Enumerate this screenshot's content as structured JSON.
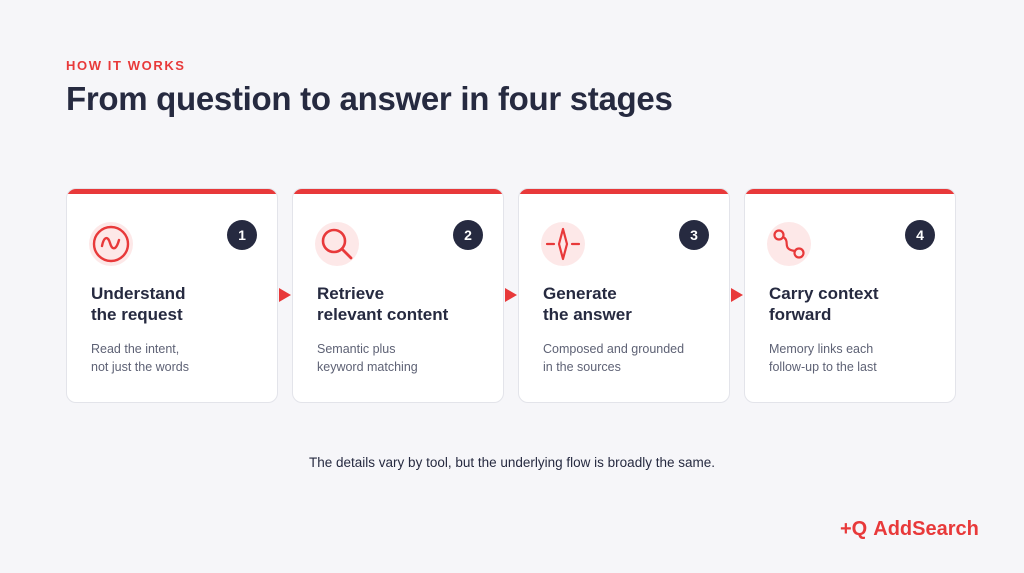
{
  "header": {
    "eyebrow": "HOW IT WORKS",
    "title": "From question to answer in four stages"
  },
  "stages": [
    {
      "number": "1",
      "title": "Understand\nthe request",
      "desc": "Read the intent,\nnot just the words",
      "icon": "wave-icon"
    },
    {
      "number": "2",
      "title": "Retrieve\nrelevant content",
      "desc": "Semantic plus\nkeyword matching",
      "icon": "search-icon"
    },
    {
      "number": "3",
      "title": "Generate\nthe answer",
      "desc": "Composed and grounded\nin the sources",
      "icon": "sparkle-icon"
    },
    {
      "number": "4",
      "title": "Carry context\nforward",
      "desc": "Memory links each\nfollow-up to the last",
      "icon": "route-icon"
    }
  ],
  "footnote": "The details vary by tool, but the underlying flow is broadly the same.",
  "brand": {
    "mark": "+Q",
    "name": "AddSearch"
  },
  "colors": {
    "accent": "#e8393a",
    "navy": "#262a40",
    "background": "#f6f6f9"
  }
}
